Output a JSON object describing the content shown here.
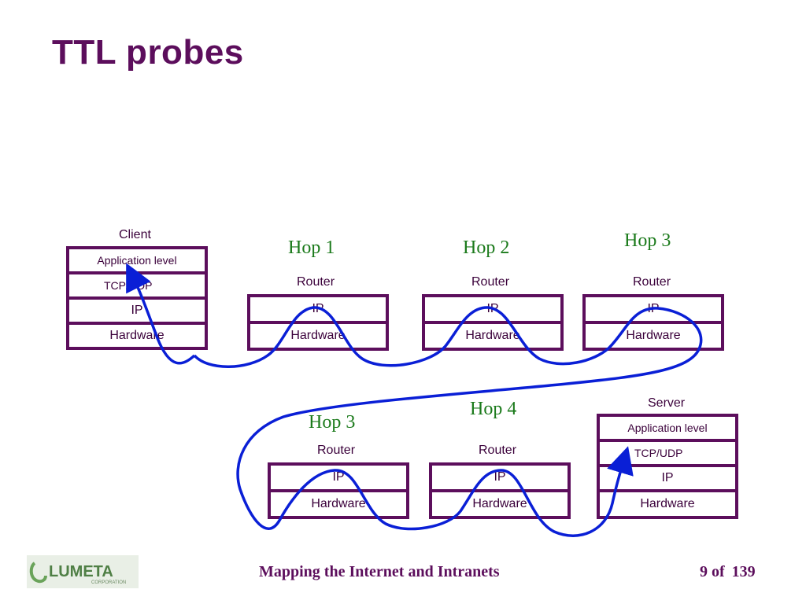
{
  "slide": {
    "title": "TTL probes",
    "footer_title": "Mapping the Internet and Intranets",
    "page_current": "9",
    "page_of": "of",
    "page_total": "139",
    "logo_text": "LUMETA",
    "logo_sub": "CORPORATION"
  },
  "client": {
    "label": "Client",
    "layers": [
      "Application level",
      "TCP/UDP",
      "IP",
      "Hardware"
    ]
  },
  "server": {
    "label": "Server",
    "layers": [
      "Application level",
      "TCP/UDP",
      "IP",
      "Hardware"
    ]
  },
  "routers": [
    {
      "hop": "Hop 1",
      "label": "Router",
      "layers": [
        "IP",
        "Hardware"
      ]
    },
    {
      "hop": "Hop 2",
      "label": "Router",
      "layers": [
        "IP",
        "Hardware"
      ]
    },
    {
      "hop": "Hop 3",
      "label": "Router",
      "layers": [
        "IP",
        "Hardware"
      ]
    },
    {
      "hop": "Hop 3",
      "label": "Router",
      "layers": [
        "IP",
        "Hardware"
      ]
    },
    {
      "hop": "Hop 4",
      "label": "Router",
      "layers": [
        "IP",
        "Hardware"
      ]
    }
  ],
  "colors": {
    "box_border": "#5c0e5c",
    "title": "#5c0e5c",
    "hop_text": "#1b7a1b",
    "path_line": "#0a1fd6"
  }
}
